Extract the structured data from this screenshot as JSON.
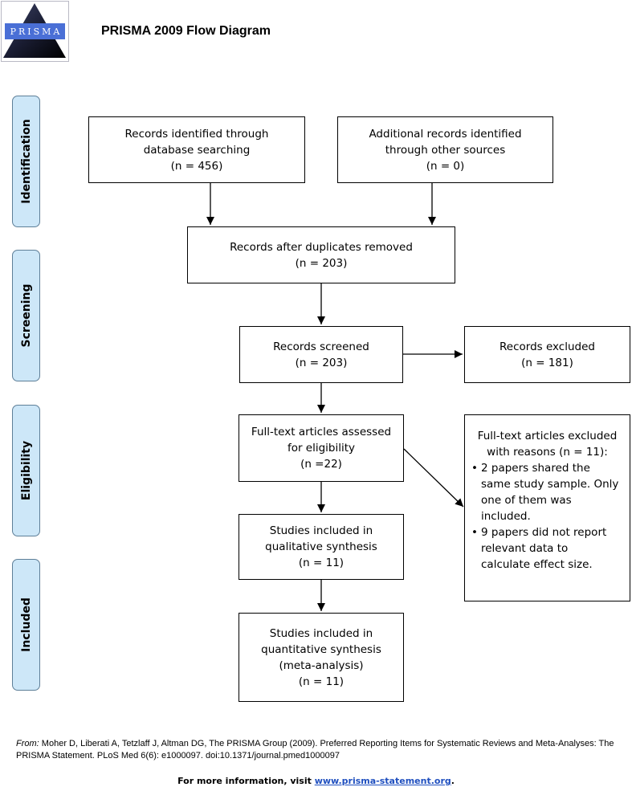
{
  "header": {
    "logo_text": "PRISMA",
    "title": "PRISMA 2009 Flow Diagram"
  },
  "phases": {
    "identification": "Identification",
    "screening": "Screening",
    "eligibility": "Eligibility",
    "included": "Included"
  },
  "boxes": {
    "database_search": [
      "Records identified through",
      "database searching",
      "(n = 456)"
    ],
    "other_sources": [
      "Additional records identified",
      "through other sources",
      "(n = 0)"
    ],
    "duplicates_removed": [
      "Records after duplicates removed",
      "(n = 203)"
    ],
    "screened": [
      "Records screened",
      "(n = 203)"
    ],
    "excluded": [
      "Records excluded",
      "(n = 181)"
    ],
    "fulltext_assessed": [
      "Full-text articles assessed",
      "for eligibility",
      "(n =22)"
    ],
    "qualitative": [
      "Studies included in",
      "qualitative synthesis",
      "(n = 11)"
    ],
    "quantitative": [
      "Studies included in",
      "quantitative synthesis",
      "(meta-analysis)",
      "(n = 11)"
    ]
  },
  "fulltext_excluded": {
    "heading": [
      "Full-text articles excluded",
      "with reasons (n = 11):"
    ],
    "reasons": [
      [
        "2 papers shared the",
        "same study sample. Only",
        "one of them was",
        "included."
      ],
      [
        "9 papers did not report",
        "relevant data to",
        "calculate effect size."
      ]
    ]
  },
  "footer": {
    "from_label": "From:",
    "citation": "Moher D, Liberati A, Tetzlaff J, Altman DG, The PRISMA Group (2009). Preferred Reporting Items for Systematic Reviews and Meta-Analyses: The PRISMA Statement. PLoS Med 6(6): e1000097. doi:10.1371/journal.pmed1000097",
    "more_info_prefix": "For more information, visit",
    "link_text": "www.prisma-statement.org",
    "more_info_suffix": "."
  }
}
